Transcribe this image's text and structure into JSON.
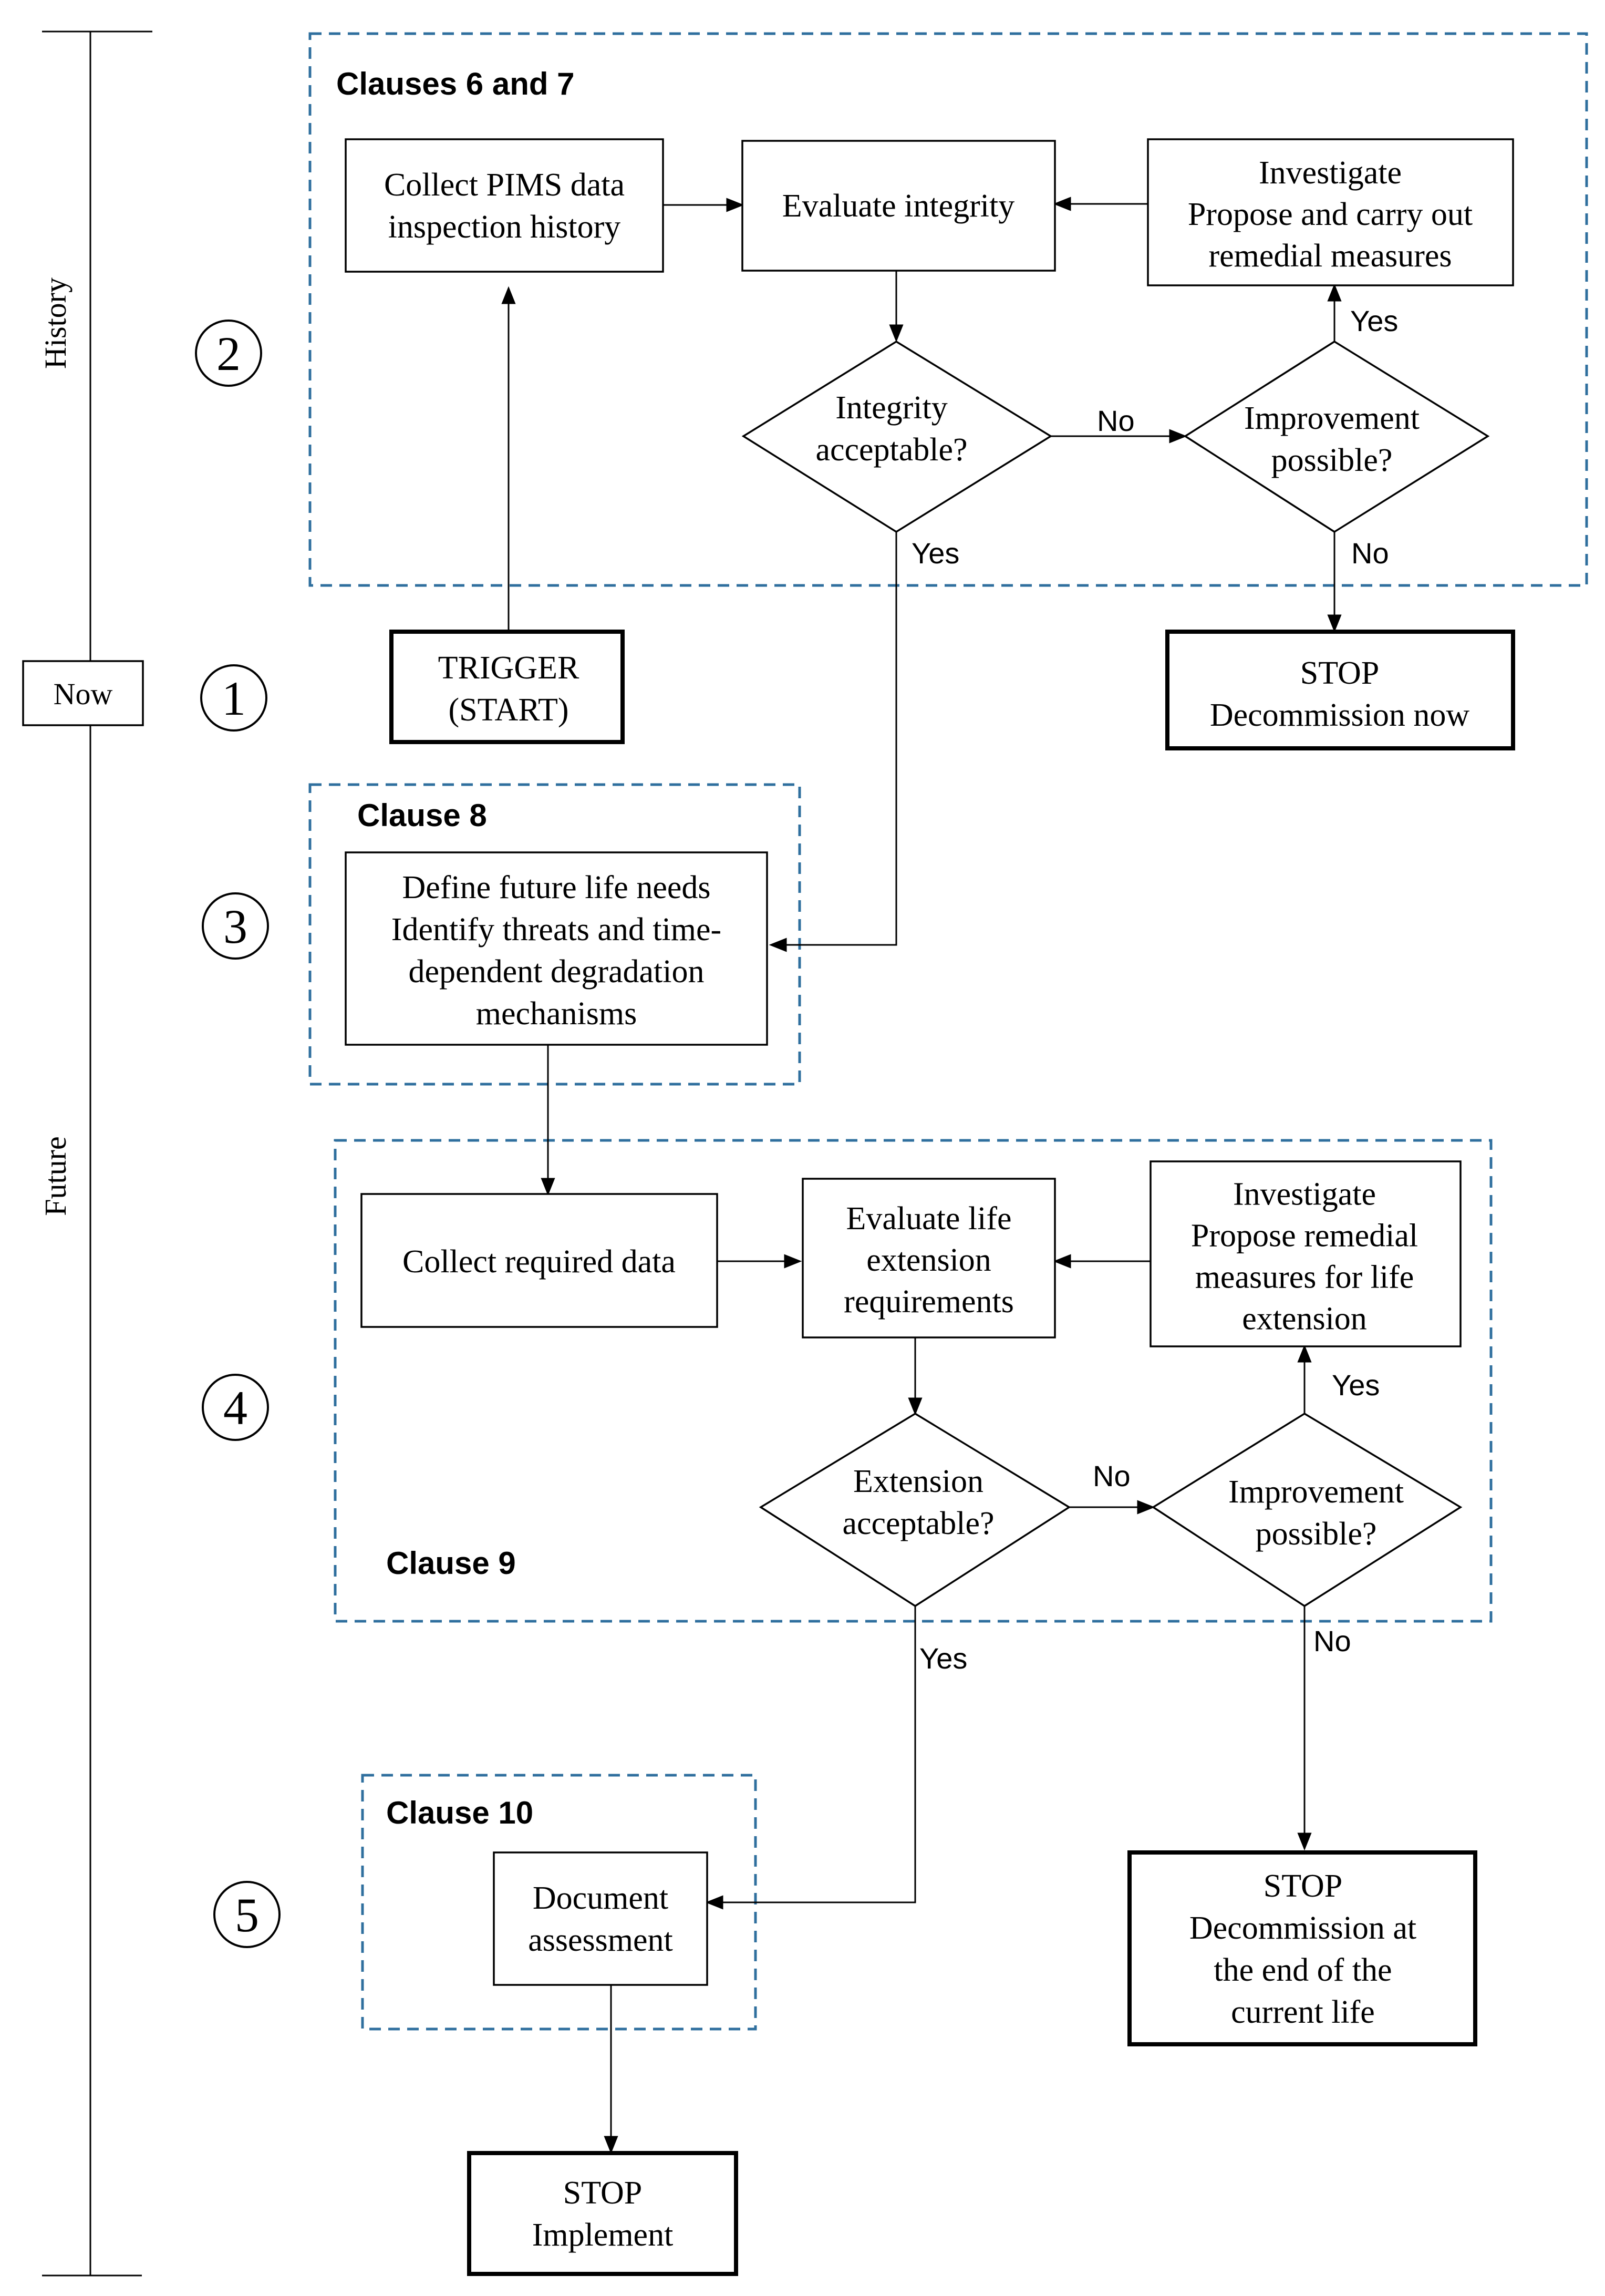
{
  "timeline": {
    "history_label": "History",
    "now_label": "Now",
    "future_label": "Future"
  },
  "steps": [
    "2",
    "1",
    "3",
    "4",
    "5"
  ],
  "clauses": {
    "c67": "Clauses 6 and 7",
    "c8": "Clause 8",
    "c9": "Clause 9",
    "c10": "Clause 10"
  },
  "nodes": {
    "collect_pims": [
      "Collect PIMS data",
      "inspection history"
    ],
    "evaluate_integrity": [
      "Evaluate integrity"
    ],
    "investigate_1": [
      "Investigate",
      "Propose and carry out",
      "remedial measures"
    ],
    "integrity_acceptable": [
      "Integrity",
      "acceptable?"
    ],
    "improvement_1": [
      "Improvement",
      "possible?"
    ],
    "trigger": [
      "TRIGGER",
      "(START)"
    ],
    "stop_now": [
      "STOP",
      "Decommission now"
    ],
    "define_future": [
      "Define future life needs",
      "Identify threats and time-",
      "dependent degradation",
      "mechanisms"
    ],
    "collect_required": [
      "Collect required data"
    ],
    "evaluate_life": [
      "Evaluate life",
      "extension",
      "requirements"
    ],
    "investigate_2": [
      "Investigate",
      "Propose remedial",
      "measures for life",
      "extension"
    ],
    "extension_acceptable": [
      "Extension",
      "acceptable?"
    ],
    "improvement_2": [
      "Improvement",
      "possible?"
    ],
    "stop_end": [
      "STOP",
      "Decommission at",
      "the end of the",
      "current life"
    ],
    "document": [
      "Document",
      "assessment"
    ],
    "stop_implement": [
      "STOP",
      "Implement"
    ]
  },
  "edge_labels": {
    "yes": "Yes",
    "no": "No"
  },
  "colors": {
    "clause_border": "#2f6f9e",
    "lines": "#000000"
  }
}
